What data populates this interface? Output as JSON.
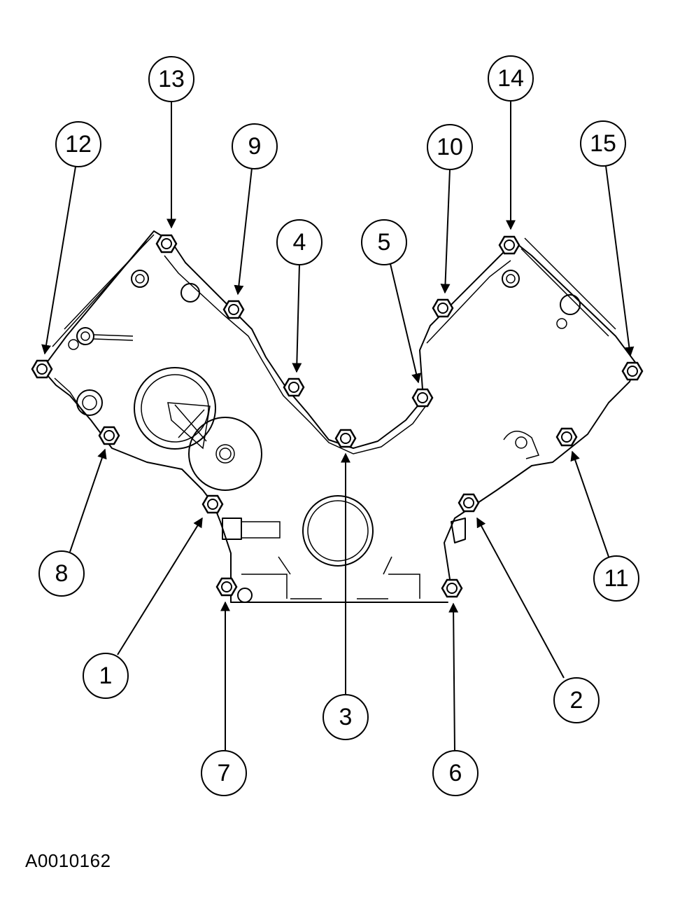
{
  "figure": {
    "reference_code": "A0010162",
    "callouts": [
      "1",
      "2",
      "3",
      "4",
      "5",
      "6",
      "7",
      "8",
      "9",
      "10",
      "11",
      "12",
      "13",
      "14",
      "15"
    ]
  }
}
